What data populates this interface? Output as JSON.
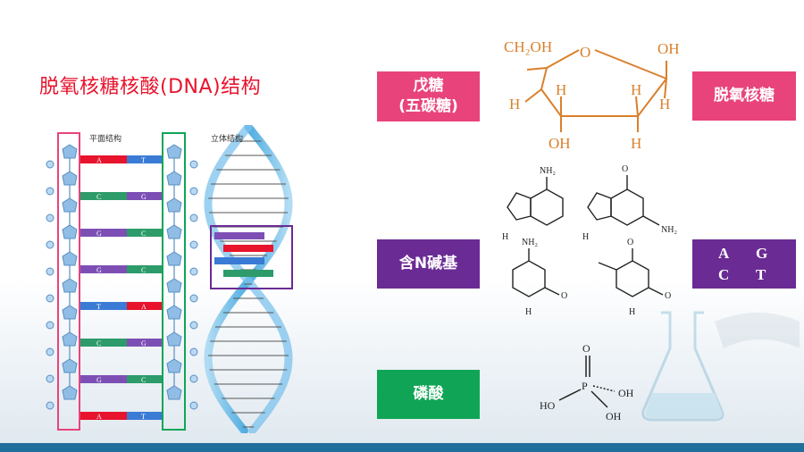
{
  "title": "脱氧核糖核酸(DNA)结构",
  "captions": {
    "planar": "平面结构",
    "stereo": "立体结构"
  },
  "labels": {
    "pentose_line1": "戊糖",
    "pentose_line2": "(五碳糖)",
    "deoxyribose": "脱氧核糖",
    "base": "含N碱基",
    "phosphate": "磷酸"
  },
  "bases_grid": [
    "A",
    "G",
    "C",
    "T"
  ],
  "deoxyribose_formula": {
    "ch2oh": "CH₂OH",
    "o": "O",
    "oh": "OH",
    "h": "H"
  },
  "base_atoms": {
    "nh2": "NH₂",
    "n": "N",
    "h": "H",
    "o": "O"
  },
  "phosphate_atoms": {
    "p": "P",
    "o": "O",
    "oh": "OH",
    "ho": "HO"
  },
  "ladder_pairs": [
    [
      "A",
      "T"
    ],
    [
      "C",
      "G"
    ],
    [
      "G",
      "C"
    ],
    [
      "G",
      "C"
    ],
    [
      "T",
      "A"
    ],
    [
      "C",
      "G"
    ],
    [
      "G",
      "C"
    ],
    [
      "A",
      "T"
    ]
  ],
  "colors": {
    "title": "#e8132c",
    "pink": "#e8447b",
    "purple": "#6a2b94",
    "green": "#10a556",
    "formula": "#d9802b"
  }
}
